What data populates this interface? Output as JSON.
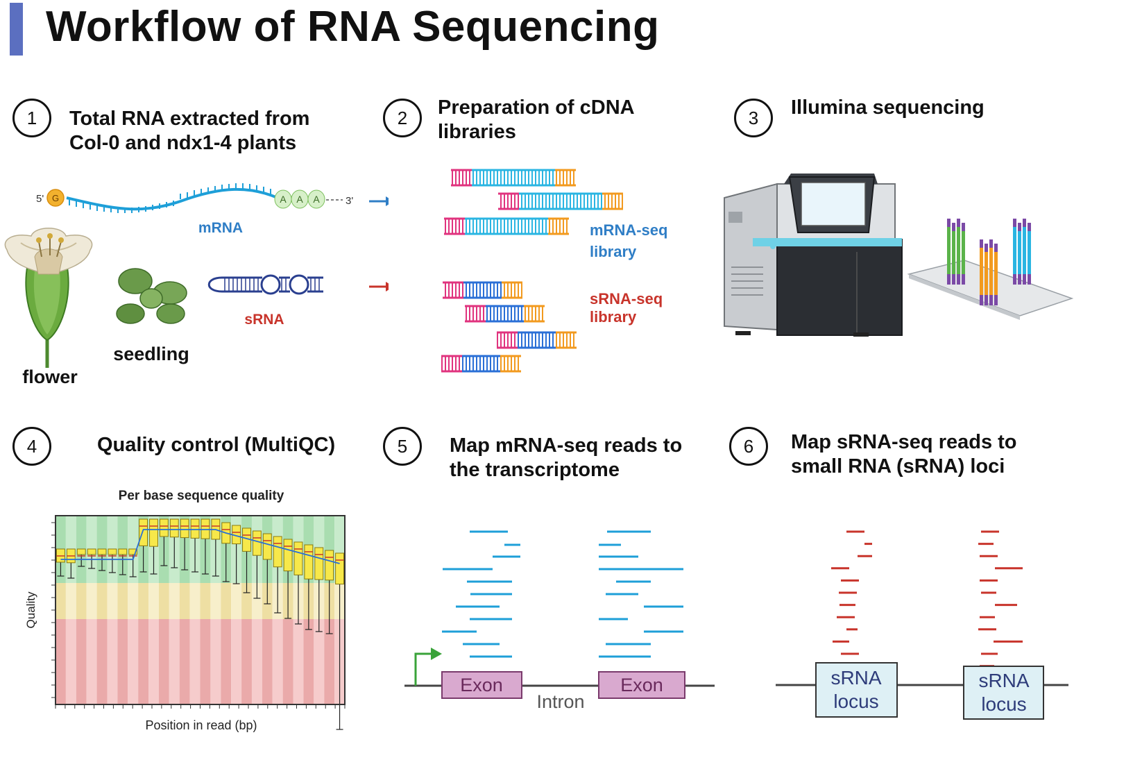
{
  "title": "Workflow of RNA Sequencing",
  "steps": [
    {
      "num": "1",
      "line1": "Total RNA extracted from",
      "line2": "Col-0 and ndx1-4 plants"
    },
    {
      "num": "2",
      "line1": "Preparation of cDNA",
      "line2": "libraries"
    },
    {
      "num": "3",
      "line1": "Illumina sequencing",
      "line2": ""
    },
    {
      "num": "4",
      "line1": "Quality control (MultiQC)",
      "line2": ""
    },
    {
      "num": "5",
      "line1": "Map mRNA-seq reads to",
      "line2": "the transcriptome"
    },
    {
      "num": "6",
      "line1": "Map sRNA-seq reads to",
      "line2": "small RNA (sRNA) loci"
    }
  ],
  "rna": {
    "five_prime": "5'",
    "three_prime": "3'",
    "cap": "G",
    "polyA": [
      "A",
      "A",
      "A"
    ],
    "mrna_label": "mRNA",
    "srna_label": "sRNA",
    "flower_label": "flower",
    "seedling_label": "seedling"
  },
  "libraries": {
    "mrna_line1": "mRNA-seq",
    "mrna_line2": "library",
    "srna_line1": "sRNA-seq",
    "srna_line2": "library"
  },
  "qc_plot": {
    "title": "Per base sequence quality",
    "xlabel": "Position in read (bp)",
    "ylabel": "Quality"
  },
  "mapping": {
    "exon1": "Exon",
    "exon2": "Exon",
    "intron": "Intron",
    "locus1_line1": "sRNA",
    "locus1_line2": "locus",
    "locus2_line1": "sRNA",
    "locus2_line2": "locus"
  },
  "colors": {
    "accent_bar": "#5b6fc0",
    "mrna_blue": "#2f7ec6",
    "srna_red": "#c8342b",
    "read_blue": "#1e9fd8",
    "exon_fill": "#d9a9cf",
    "locus_fill": "#def0f5"
  }
}
